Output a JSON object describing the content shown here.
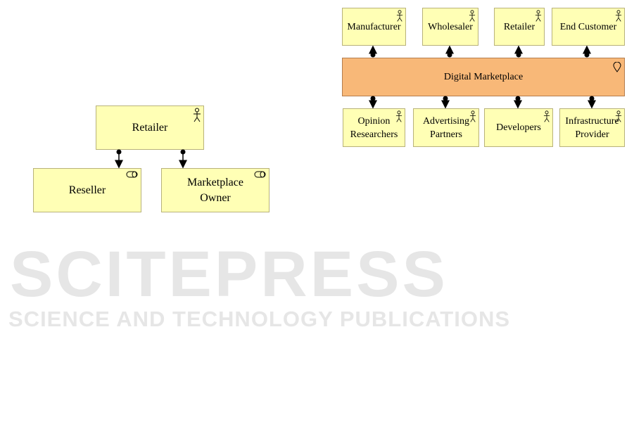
{
  "watermark": {
    "title": "SCITEPRESS",
    "subtitle": "SCIENCE AND TECHNOLOGY PUBLICATIONS"
  },
  "left_diagram": {
    "parent": {
      "label": "Retailer",
      "icon": "actor-icon"
    },
    "children": [
      {
        "label": "Reseller",
        "icon": "role-icon"
      },
      {
        "label": "Marketplace Owner",
        "icon": "role-icon"
      }
    ]
  },
  "right_diagram": {
    "center": {
      "label": "Digital Marketplace",
      "icon": "location-icon",
      "color": "#f8b878"
    },
    "top": [
      {
        "label": "Manufacturer"
      },
      {
        "label": "Wholesaler"
      },
      {
        "label": "Retailer"
      },
      {
        "label": "End Customer"
      }
    ],
    "bottom": [
      {
        "label": "Opinion Researchers"
      },
      {
        "label": "Advertising Partners"
      },
      {
        "label": "Developers"
      },
      {
        "label": "Infrastructure Provider"
      }
    ]
  },
  "colors": {
    "actor_fill": "#ffffb5",
    "border": "#b8b27a"
  }
}
